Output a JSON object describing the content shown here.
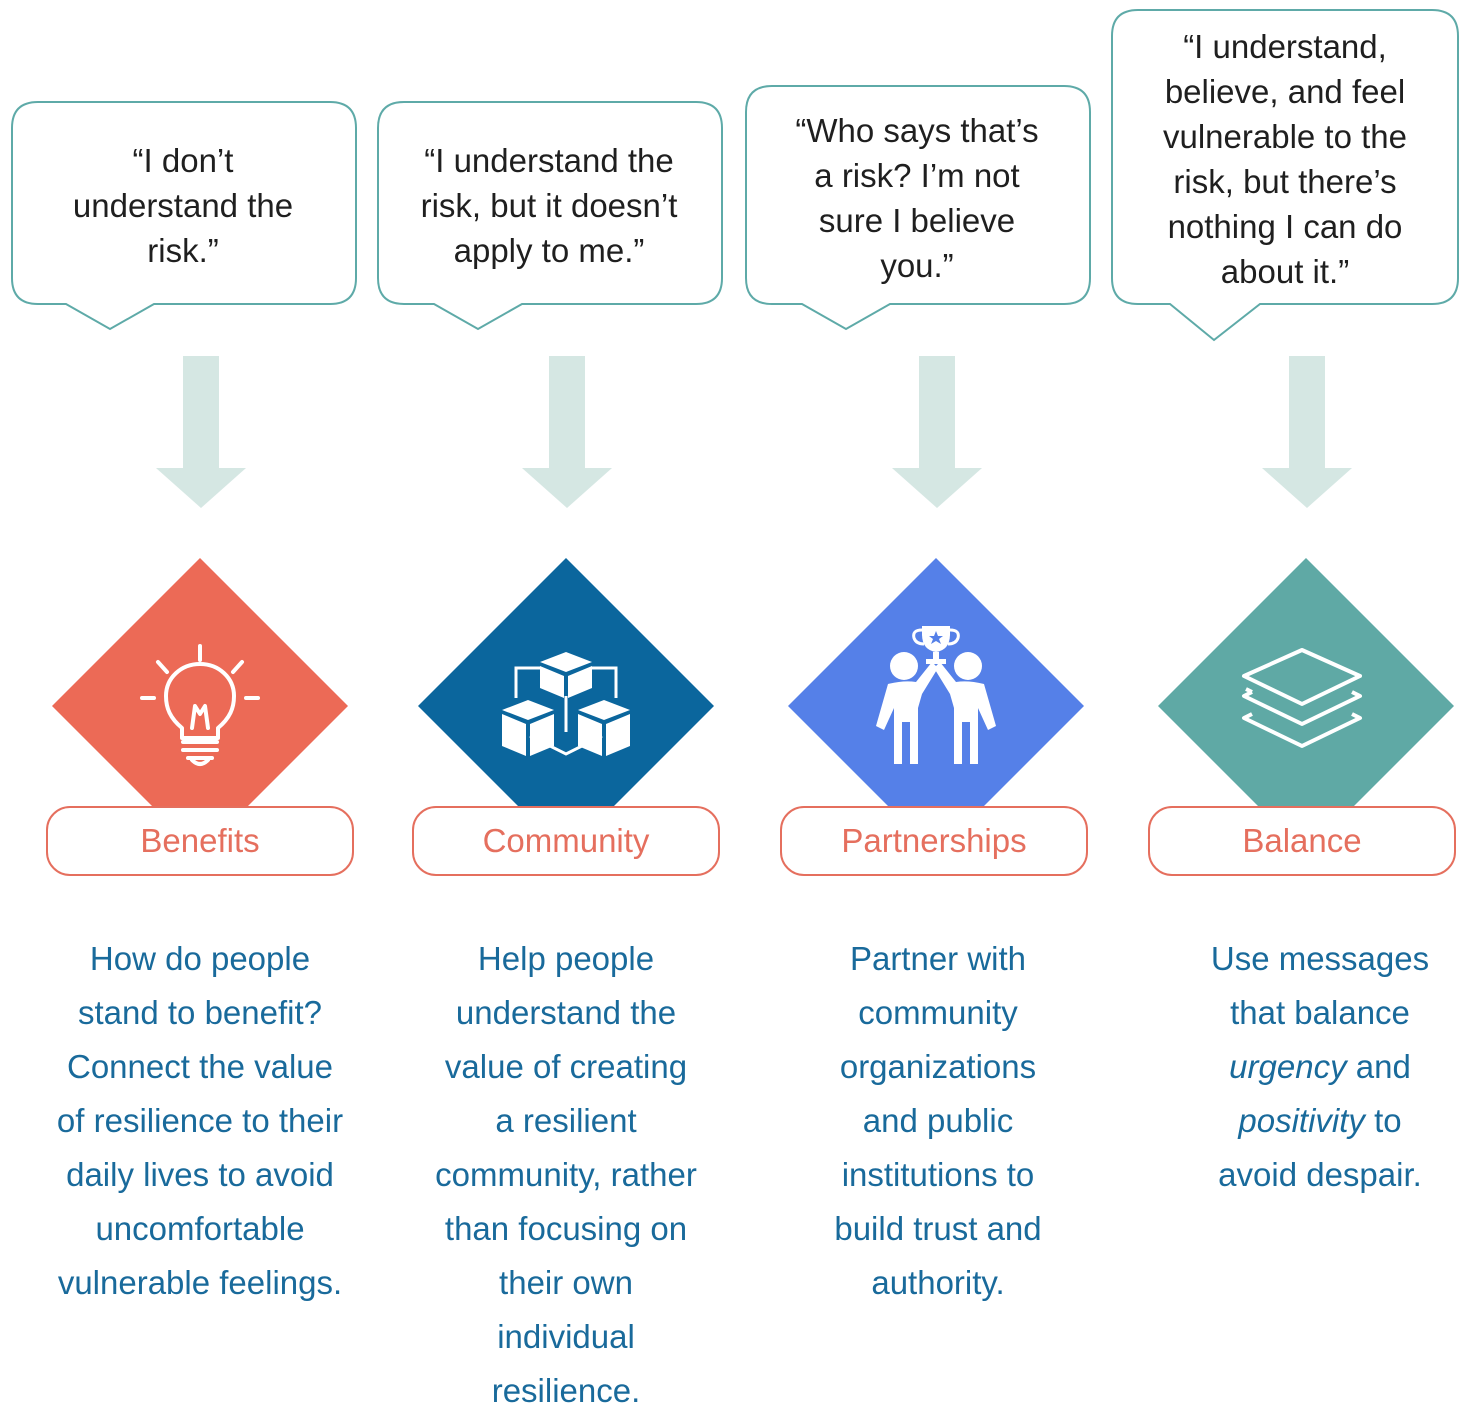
{
  "colors": {
    "bubble_border": "#5eaaa8",
    "arrow": "#d5e7e3",
    "pill_border": "#e56f5e",
    "label_text": "#e56f5e",
    "desc_text": "#196a9b",
    "quote_text": "#1f1f1f"
  },
  "columns": [
    {
      "quote": "“I don’t\nunderstand the\nrisk.”",
      "icon": "lightbulb-icon",
      "diamond_color": "#ec6a56",
      "label": "Benefits",
      "description": "How do people\nstand to benefit?\nConnect the value\nof resilience to their\ndaily lives to avoid\nuncomfortable\nvulnerable feelings."
    },
    {
      "quote": "“I understand the\nrisk, but it doesn’t\napply to me.”",
      "icon": "connected-cubes-icon",
      "diamond_color": "#0b669d",
      "label": "Community",
      "description": "Help people\nunderstand the\nvalue of creating\na resilient\ncommunity, rather\nthan focusing on\ntheir own\nindividual\nresilience."
    },
    {
      "quote": "“Who says that’s\na risk? I’m not\nsure I believe\nyou.”",
      "icon": "people-trophy-icon",
      "diamond_color": "#5580e8",
      "label": "Partnerships",
      "description": "Partner with\ncommunity\norganizations\nand public\ninstitutions to\nbuild trust and\nauthority."
    },
    {
      "quote": "“I understand,\nbelieve, and feel\nvulnerable to the\nrisk, but there’s\nnothing I can do\nabout it.”",
      "icon": "layers-icon",
      "diamond_color": "#5fa9a5",
      "label": "Balance",
      "description_line1": "Use messages",
      "description_line2": "that balance",
      "description_em1": "urgency",
      "description_line3_rest": " and",
      "description_em2": "positivity",
      "description_line4_rest": " to",
      "description_line5": "avoid despair."
    }
  ]
}
